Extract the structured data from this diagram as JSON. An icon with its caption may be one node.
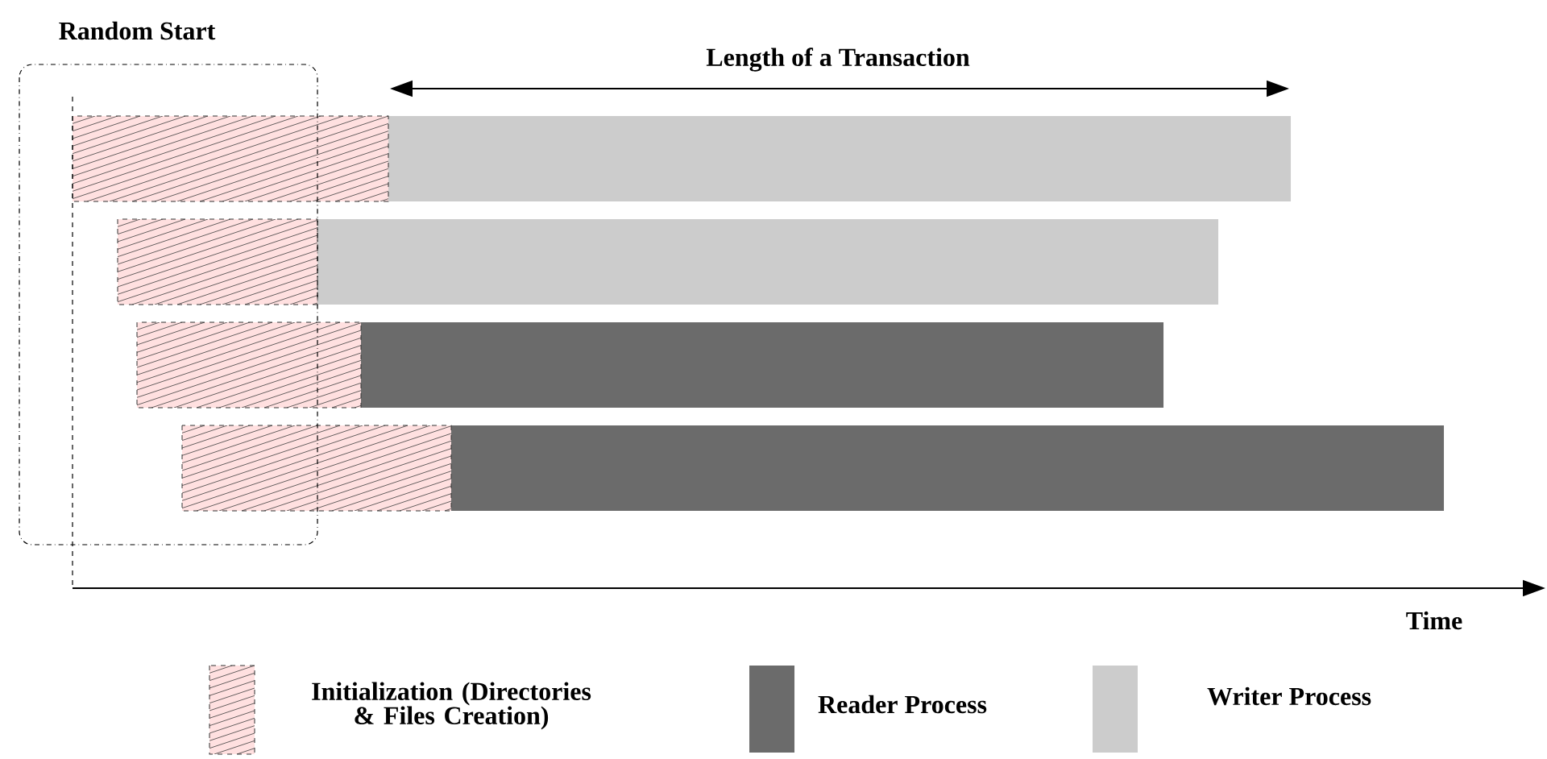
{
  "diagram": {
    "labels": [
      "Random Start",
      "Length of a Transaction",
      "Time"
    ],
    "legend": [
      {
        "text": "Initialization (Directories & Files Creation)"
      },
      {
        "text": "Reader Process",
        "color": "#6b6b6b"
      },
      {
        "text": "Writer Process",
        "color": "#cccccc"
      }
    ]
  }
}
